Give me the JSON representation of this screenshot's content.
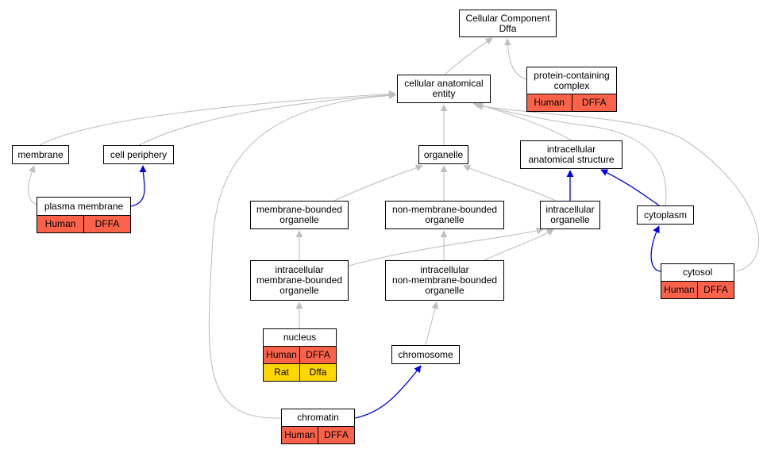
{
  "colors": {
    "is_a_edge": "#c0c0c0",
    "part_of_edge": "#0000ee",
    "human_row": "#fa634a",
    "rat_row": "#ffd700"
  },
  "nodes": {
    "cellular_component": {
      "lines": [
        "Cellular Component",
        "Dffa"
      ]
    },
    "protein_complex": {
      "lines": [
        "protein-containing",
        "complex"
      ],
      "annotations": [
        [
          "Human",
          "DFFA"
        ]
      ]
    },
    "anatomical_entity": {
      "lines": [
        "cellular anatomical",
        "entity"
      ]
    },
    "membrane": {
      "lines": [
        "membrane"
      ]
    },
    "cell_periphery": {
      "lines": [
        "cell periphery"
      ]
    },
    "organelle": {
      "lines": [
        "organelle"
      ]
    },
    "intracellular_structure": {
      "lines": [
        "intracellular",
        "anatomical structure"
      ]
    },
    "plasma_membrane": {
      "lines": [
        "plasma membrane"
      ],
      "annotations": [
        [
          "Human",
          "DFFA"
        ]
      ]
    },
    "membrane_bounded": {
      "lines": [
        "membrane-bounded",
        "organelle"
      ]
    },
    "non_membrane_bounded": {
      "lines": [
        "non-membrane-bounded",
        "organelle"
      ]
    },
    "intracellular_organelle": {
      "lines": [
        "intracellular",
        "organelle"
      ]
    },
    "cytoplasm": {
      "lines": [
        "cytoplasm"
      ]
    },
    "intra_membrane_bounded": {
      "lines": [
        "intracellular",
        "membrane-bounded",
        "organelle"
      ]
    },
    "intra_non_membrane_bounded": {
      "lines": [
        "intracellular",
        "non-membrane-bounded",
        "organelle"
      ]
    },
    "cytosol": {
      "lines": [
        "cytosol"
      ],
      "annotations": [
        [
          "Human",
          "DFFA"
        ]
      ]
    },
    "nucleus": {
      "lines": [
        "nucleus"
      ],
      "annotations": [
        [
          "Human",
          "DFFA"
        ],
        [
          "Rat",
          "Dffa"
        ]
      ]
    },
    "chromosome": {
      "lines": [
        "chromosome"
      ]
    },
    "chromatin": {
      "lines": [
        "chromatin"
      ],
      "annotations": [
        [
          "Human",
          "DFFA"
        ]
      ]
    }
  },
  "edges": [
    {
      "from": "anatomical_entity",
      "to": "cellular_component",
      "type": "is_a"
    },
    {
      "from": "protein_complex",
      "to": "cellular_component",
      "type": "is_a"
    },
    {
      "from": "membrane",
      "to": "anatomical_entity",
      "type": "is_a"
    },
    {
      "from": "cell_periphery",
      "to": "anatomical_entity",
      "type": "is_a"
    },
    {
      "from": "organelle",
      "to": "anatomical_entity",
      "type": "is_a"
    },
    {
      "from": "intracellular_structure",
      "to": "anatomical_entity",
      "type": "is_a"
    },
    {
      "from": "cytoplasm",
      "to": "anatomical_entity",
      "type": "is_a"
    },
    {
      "from": "cytosol",
      "to": "anatomical_entity",
      "type": "is_a"
    },
    {
      "from": "chromatin",
      "to": "anatomical_entity",
      "type": "is_a"
    },
    {
      "from": "plasma_membrane",
      "to": "membrane",
      "type": "is_a"
    },
    {
      "from": "plasma_membrane",
      "to": "cell_periphery",
      "type": "part_of"
    },
    {
      "from": "membrane_bounded",
      "to": "organelle",
      "type": "is_a"
    },
    {
      "from": "non_membrane_bounded",
      "to": "organelle",
      "type": "is_a"
    },
    {
      "from": "intracellular_organelle",
      "to": "organelle",
      "type": "is_a"
    },
    {
      "from": "intracellular_organelle",
      "to": "intracellular_structure",
      "type": "part_of"
    },
    {
      "from": "cytoplasm",
      "to": "intracellular_structure",
      "type": "part_of"
    },
    {
      "from": "intra_membrane_bounded",
      "to": "membrane_bounded",
      "type": "is_a"
    },
    {
      "from": "intra_membrane_bounded",
      "to": "intracellular_organelle",
      "type": "is_a"
    },
    {
      "from": "intra_non_membrane_bounded",
      "to": "non_membrane_bounded",
      "type": "is_a"
    },
    {
      "from": "intra_non_membrane_bounded",
      "to": "intracellular_organelle",
      "type": "is_a"
    },
    {
      "from": "cytosol",
      "to": "cytoplasm",
      "type": "part_of"
    },
    {
      "from": "nucleus",
      "to": "intra_membrane_bounded",
      "type": "is_a"
    },
    {
      "from": "chromosome",
      "to": "intra_non_membrane_bounded",
      "type": "is_a"
    },
    {
      "from": "chromatin",
      "to": "chromosome",
      "type": "part_of"
    }
  ]
}
